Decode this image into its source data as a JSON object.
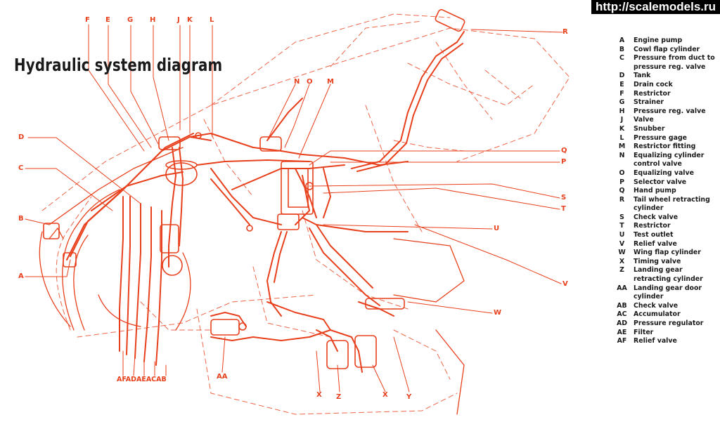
{
  "watermark": "http://scalemodels.ru",
  "title": "Hydraulic system diagram",
  "colors": {
    "line": "#e8401c",
    "text": "#1a1a1a",
    "background": "#ffffff"
  },
  "callouts": {
    "F": "F",
    "E": "E",
    "G": "G",
    "H": "H",
    "J": "J",
    "K": "K",
    "L": "L",
    "N": "N",
    "O": "O",
    "M": "M",
    "R": "R",
    "D": "D",
    "C": "C",
    "B": "B",
    "A": "A",
    "Q": "Q",
    "P": "P",
    "S": "S",
    "T": "T",
    "U": "U",
    "V": "V",
    "W": "W",
    "AA": "AA",
    "X1": "X",
    "Z": "Z",
    "X2": "X",
    "Y": "Y",
    "bottom_group": "AFADAEACAB"
  },
  "legend": [
    {
      "code": "A",
      "desc": "Engine pump"
    },
    {
      "code": "B",
      "desc": "Cowl flap cylinder"
    },
    {
      "code": "C",
      "desc": "Pressure from duct to pressure reg. valve"
    },
    {
      "code": "D",
      "desc": "Tank"
    },
    {
      "code": "E",
      "desc": "Drain cock"
    },
    {
      "code": "F",
      "desc": "Restrictor"
    },
    {
      "code": "G",
      "desc": "Strainer"
    },
    {
      "code": "H",
      "desc": "Pressure reg. valve"
    },
    {
      "code": "J",
      "desc": "Valve"
    },
    {
      "code": "K",
      "desc": "Snubber"
    },
    {
      "code": "L",
      "desc": "Pressure gage"
    },
    {
      "code": "M",
      "desc": "Restrictor fitting"
    },
    {
      "code": "N",
      "desc": "Equalizing cylinder control valve"
    },
    {
      "code": "O",
      "desc": "Equalizing valve"
    },
    {
      "code": "P",
      "desc": "Selector valve"
    },
    {
      "code": "Q",
      "desc": "Hand pump"
    },
    {
      "code": "R",
      "desc": "Tail wheel retracting cylinder"
    },
    {
      "code": "S",
      "desc": "Check valve"
    },
    {
      "code": "T",
      "desc": "Restrictor"
    },
    {
      "code": "U",
      "desc": "Test outlet"
    },
    {
      "code": "V",
      "desc": "Relief valve"
    },
    {
      "code": "W",
      "desc": "Wing flap cylinder"
    },
    {
      "code": "X",
      "desc": "Timing valve"
    },
    {
      "code": "Z",
      "desc": "Landing gear retracting cylinder"
    },
    {
      "code": "AA",
      "desc": "Landing gear door cylinder"
    },
    {
      "code": "AB",
      "desc": "Check valve"
    },
    {
      "code": "AC",
      "desc": "Accumulator"
    },
    {
      "code": "AD",
      "desc": "Pressure regulator"
    },
    {
      "code": "AE",
      "desc": "Filter"
    },
    {
      "code": "AF",
      "desc": "Relief valve"
    }
  ]
}
